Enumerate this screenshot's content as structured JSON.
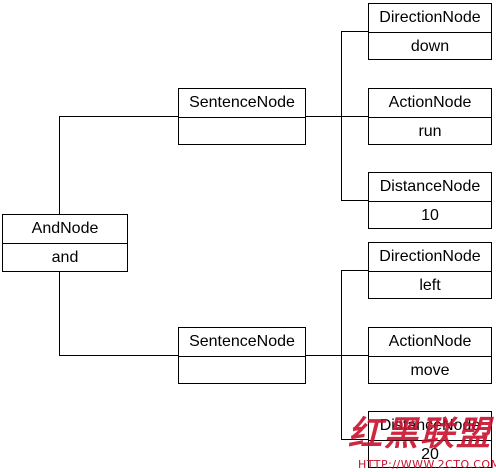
{
  "nodes": {
    "root": {
      "title": "AndNode",
      "value": "and"
    },
    "sentence_top": {
      "title": "SentenceNode",
      "value": ""
    },
    "sentence_bottom": {
      "title": "SentenceNode",
      "value": ""
    },
    "direction_top": {
      "title": "DirectionNode",
      "value": "down"
    },
    "action_top": {
      "title": "ActionNode",
      "value": "run"
    },
    "distance_top": {
      "title": "DistanceNode",
      "value": "10"
    },
    "direction_bottom": {
      "title": "DirectionNode",
      "value": "left"
    },
    "action_bottom": {
      "title": "ActionNode",
      "value": "move"
    },
    "distance_bottom": {
      "title": "DistanceNode",
      "value": "20"
    }
  },
  "watermark": {
    "text": "红黑联盟",
    "url": "HTTP://WWW.2CTO.COM"
  }
}
